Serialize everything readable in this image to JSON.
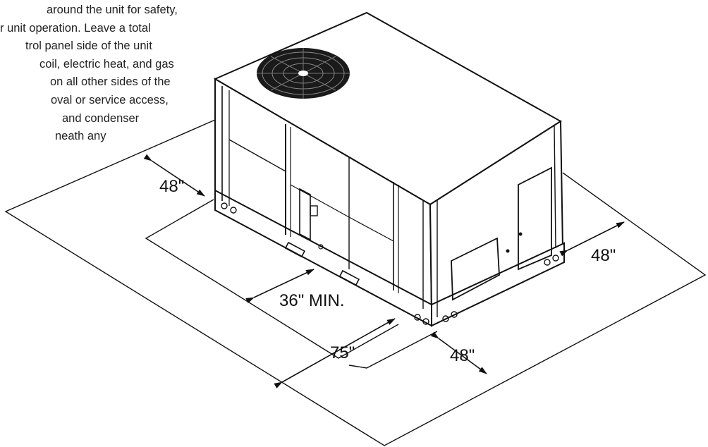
{
  "text_lines": [
    "around the unit for safety,",
    "r unit operation. Leave a total",
    "trol panel side of the unit",
    "coil, electric heat, and gas",
    "on all other sides of the",
    "oval or service access,",
    "and condenser",
    "neath any"
  ],
  "dimensions": {
    "left_side": "48\"",
    "right_side": "48\"",
    "control_panel": "36\" MIN.",
    "front_total": "75\"",
    "front_corner": "48\""
  }
}
